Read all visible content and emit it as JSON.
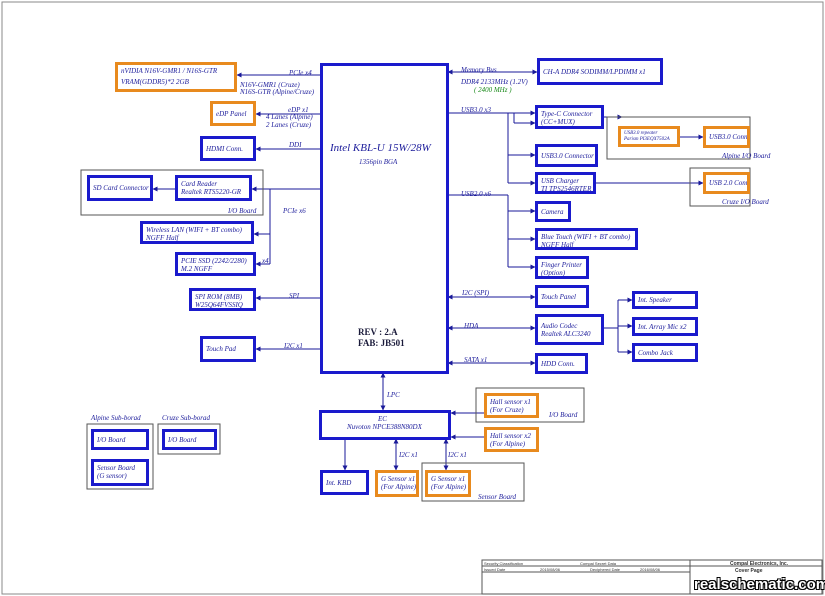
{
  "cpu": {
    "title": "Intel KBL-U  15W/28W",
    "package": "1356pin BGA",
    "rev": "REV : 2.A",
    "fab": "FAB: JB501"
  },
  "gpu": {
    "line1": "nVIDIA  N16V-GMR1 / N16S-GTR",
    "line2": "VRAM(GDDR5)*2 2GB",
    "note1": "N16V-GMR1  (Cruze)",
    "note2": "N16S-GTR   (Alpine/Cruze)",
    "bus": "PCIe x4"
  },
  "edp": {
    "label": "eDP Panel",
    "bus": "eDP x1",
    "lanes1": "4 Lanes (Alpine)",
    "lanes2": "2 Lanes (Cruze)"
  },
  "hdmi": {
    "label": "HDMI Conn.",
    "bus": "DDI"
  },
  "sd": {
    "label": "SD Card Connector"
  },
  "card_reader": {
    "line1": "Card Reader",
    "line2": "Realtek  RTS5220-GR"
  },
  "io_board_left": "I/O Board",
  "pcie_bus": "PCIe x6",
  "wlan": {
    "line1": "Wireless LAN (WIFI + BT combo)",
    "line2": "NGFF Half"
  },
  "ssd": {
    "line1": "PCIE SSD  (2242/2280)",
    "line2": "M.2 NGFF",
    "bus": "x4"
  },
  "spi": {
    "line1": "SPI ROM (8MB)",
    "line2": "W25Q64FVSSIQ",
    "bus": "SPI"
  },
  "touchpad": {
    "label": "Touch Pad",
    "bus": "I2C x1"
  },
  "memory": {
    "bus": "Memory Bus",
    "label": "CH-A  DDR4  SODIMM/LPDIMM x1",
    "speed": "DDR4  2133MHz (1.2V)",
    "speed2": "( 2400 MHz )"
  },
  "usb3_bus": "USB3.0  x3",
  "typec": {
    "line1": "Type-C Connector",
    "line2": "(CC+MUX)"
  },
  "usb30_conn": "USB3.0 Connector",
  "redriver": {
    "line1": "USB3.0  repeater",
    "line2": "Parism  PI3EQX7502A"
  },
  "usb30_conn_alpine": "USB3.0 Connector",
  "alpine_io": "Alpine I/O Board",
  "usb_charger": {
    "line1": "USB Charger",
    "line2": "TI  TPS2546RTER"
  },
  "usb20_conn": "USB 2.0 Connector",
  "cruze_io": "Cruze I/O Board",
  "usb2_bus": "USB2.0  x6",
  "camera": "Camera",
  "bt": {
    "line1": "Blue Touch (WIFI + BT combo)",
    "line2": "NGFF Half"
  },
  "finger": {
    "line1": "Finger Printer",
    "line2": "(Option)"
  },
  "touch_panel": {
    "label": "Touch Panel",
    "bus": "I2C (SPI)"
  },
  "audio": {
    "line1": "Audio Codec",
    "line2": "Realtek  ALC3240",
    "bus": "HDA"
  },
  "speaker": "Int. Speaker",
  "mic": "Int. Array Mic x2",
  "combo_jack": "Combo Jack",
  "hdd": {
    "label": "HDD Conn.",
    "bus": "SATA x1"
  },
  "lpc": "LPC",
  "ec": {
    "line1": "EC",
    "line2": "Nuvoton    NPCE388N80DX"
  },
  "hall1": {
    "line1": "Hall sensor x1",
    "line2": "(For Cruze)"
  },
  "io_board_ec": "I/O Board",
  "hall2": {
    "line1": "Hall sensor x2",
    "line2": "(For Alpine)"
  },
  "kbd": "Int. KBD",
  "gsensor1": {
    "line1": "G Sensor x1",
    "line2": "(For Alpine)",
    "bus": "I2C x1"
  },
  "gsensor2": {
    "line1": "G Sensor x1",
    "line2": "(For Alpine)",
    "bus": "I2C x1"
  },
  "sensor_board": "Sensor Board",
  "legend": {
    "alpine_title": "Alpine  Sub-borad",
    "cruze_title": "Cruze  Sub-borad",
    "alpine_io": "I/O Board",
    "cruze_io": "I/O Board",
    "sensor_line1": "Sensor  Board",
    "sensor_line2": "(G sensor)"
  },
  "title_block": {
    "company": "Compal Electronics, Inc.",
    "sheet": "Cover Page",
    "classification": "Security Classification",
    "secret": "Compal Secret Data",
    "issued": "Issued Date",
    "issued_date": "2015/08/06",
    "deciphered": "Deciphered Date",
    "deciphered_date": "2016/08/06"
  },
  "watermark": "realschematic.com"
}
